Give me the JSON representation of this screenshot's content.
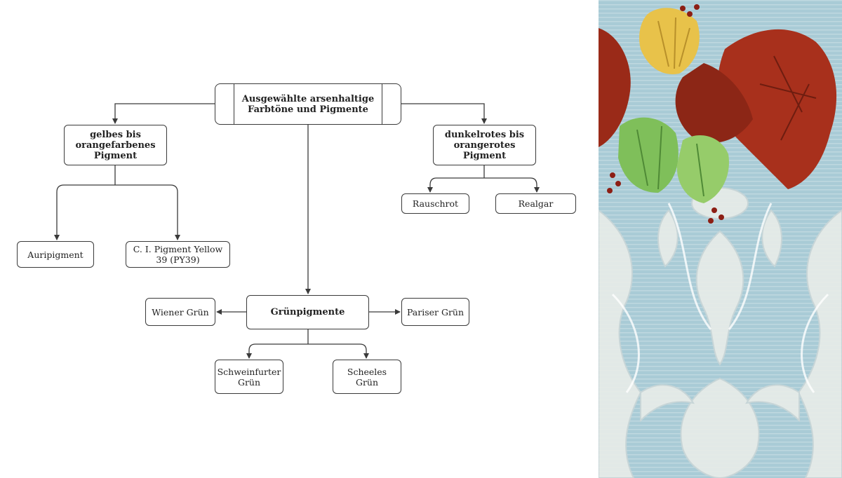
{
  "diagram": {
    "root": "Ausgewählte arsenhaltige Farbtöne und Pigmente",
    "yellow": {
      "label": "gelbes bis orangefarbenes Pigment",
      "children": [
        "Auripigment",
        "C. I. Pigment Yellow 39 (PY39)"
      ]
    },
    "red": {
      "label": "dunkelrotes bis orangerotes Pigment",
      "children": [
        "Rauschrot",
        "Realgar"
      ]
    },
    "green": {
      "label": "Grünpigmente",
      "children": [
        "Wiener Grün",
        "Pariser Grün",
        "Schweinfurter Grün",
        "Scheeles Grün"
      ]
    }
  },
  "colors": {
    "line": "#3a3a3a",
    "wallpaper_blue": "#a9cbd6",
    "wallpaper_cream": "#e8ecea",
    "leaf_red": "#a8301c",
    "leaf_green": "#7fbf5a",
    "flower_yellow": "#e8c24a"
  }
}
